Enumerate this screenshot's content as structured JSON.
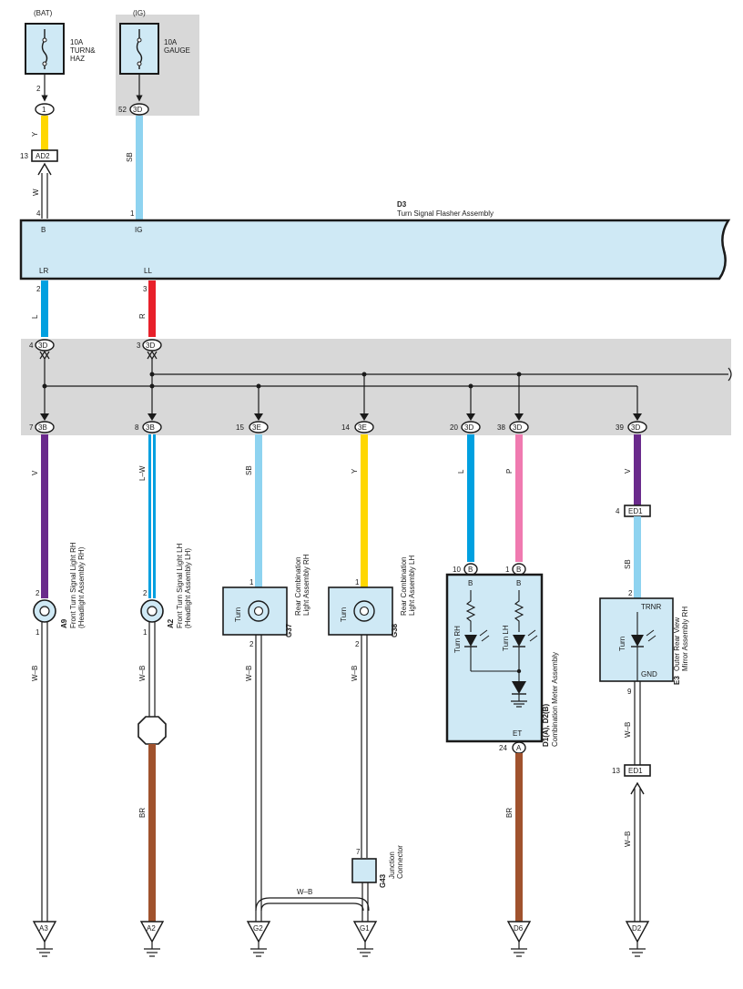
{
  "colors": {
    "box_fill": "#cfe9f5",
    "shade": "#d8d8d8",
    "yellow": "#ffd700",
    "skyblue": "#8ed3f0",
    "blue": "#00a0e0",
    "red": "#e8202a",
    "violet": "#6a2a8c",
    "pink": "#f07ab0",
    "brown": "#a0522d"
  },
  "fuses": [
    {
      "source": "(BAT)",
      "rating": "10A",
      "name_l1": "TURN&",
      "name_l2": "HAZ",
      "pin": "2",
      "conn": "1"
    },
    {
      "source": "(IG)",
      "rating": "10A",
      "name_l1": "GAUGE",
      "name_l2": "",
      "pin": "52",
      "conn": "3D"
    }
  ],
  "flasher": {
    "code": "D3",
    "name": "Turn Signal Flasher Assembly",
    "pins_top": [
      {
        "pin": "4",
        "term": "B"
      },
      {
        "pin": "1",
        "term": "IG"
      }
    ],
    "pins_bottom": [
      {
        "pin": "2",
        "term": "LR"
      },
      {
        "pin": "3",
        "term": "LL"
      }
    ],
    "ad2": {
      "pin": "13",
      "conn": "AD2"
    }
  },
  "wire_colors": {
    "y": "Y",
    "w": "W",
    "sb": "SB",
    "l": "L",
    "r": "R",
    "v": "V",
    "lw": "L–W",
    "p": "P",
    "wb": "W–B",
    "br": "BR"
  },
  "junction": {
    "in": [
      {
        "pin": "4",
        "conn": "3D"
      },
      {
        "pin": "3",
        "conn": "3D"
      }
    ],
    "out": [
      {
        "pin": "7",
        "conn": "3B"
      },
      {
        "pin": "8",
        "conn": "3B"
      },
      {
        "pin": "15",
        "conn": "3E"
      },
      {
        "pin": "14",
        "conn": "3E"
      },
      {
        "pin": "20",
        "conn": "3D"
      },
      {
        "pin": "38",
        "conn": "3D"
      },
      {
        "pin": "39",
        "conn": "3D"
      }
    ]
  },
  "lights": {
    "a9": {
      "code": "A9",
      "l1": "Front Turn Signal Light RH",
      "l2": "(Headlight Assembly RH)",
      "pin_in": "2",
      "pin_out": "1"
    },
    "a2": {
      "code": "A2",
      "l1": "Front Turn Signal Light LH",
      "l2": "(Headlight Assembly LH)",
      "pin_in": "2",
      "pin_out": "1"
    },
    "g37": {
      "code": "G37",
      "l1": "Rear Combination",
      "l2": "Light Assembly RH",
      "pin_in": "1",
      "pin_out": "2",
      "label": "Turn"
    },
    "g38": {
      "code": "G38",
      "l1": "Rear Combination",
      "l2": "Light Assembly LH",
      "pin_in": "1",
      "pin_out": "2",
      "label": "Turn"
    }
  },
  "meter": {
    "code": "D1(A), D2(B)",
    "name": "Combination Meter Assembly",
    "pin_l": "10",
    "pin_r": "1",
    "conn_b": "B",
    "term_b": "B",
    "turn_rh": "Turn RH",
    "turn_lh": "Turn LH",
    "et": "ET",
    "pin_et": "24",
    "conn_a": "A"
  },
  "mirror": {
    "code": "E3",
    "l1": "Outer Rear View",
    "l2": "Mirror Assembly RH",
    "ed1_top": {
      "pin": "4",
      "conn": "ED1"
    },
    "pin2": "2",
    "trnr": "TRNR",
    "turn": "Turn",
    "gnd": "GND",
    "pin9": "9",
    "ed1_bot": {
      "pin": "13",
      "conn": "ED1"
    }
  },
  "g43": {
    "code": "G43",
    "l1": "Junction",
    "l2": "Connector",
    "pin": "7"
  },
  "grounds": [
    "A3",
    "A2",
    "G2",
    "G1",
    "D6",
    "D2"
  ]
}
